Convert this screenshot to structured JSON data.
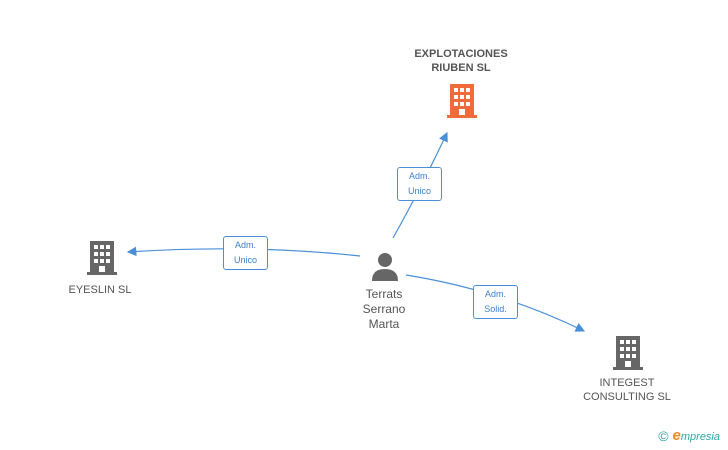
{
  "nodes": {
    "explotaciones": {
      "line1": "EXPLOTACIONES",
      "line2": "RIUBEN SL"
    },
    "eyeslin": {
      "label": "EYESLIN SL"
    },
    "integest": {
      "line1": "INTEGEST",
      "line2": "CONSULTING  SL"
    },
    "person": {
      "line1": "Terrats",
      "line2": "Serrano",
      "line3": "Marta"
    }
  },
  "edges": {
    "to_explotaciones": {
      "line1": "Adm.",
      "line2": "Unico"
    },
    "to_eyeslin": {
      "line1": "Adm.",
      "line2": "Unico"
    },
    "to_integest": {
      "line1": "Adm.",
      "line2": "Solid."
    }
  },
  "footer": {
    "copyright": "©",
    "brand_initial": "e",
    "brand_rest": "mpresia"
  },
  "colors": {
    "main_company": "#f26a3a",
    "company": "#666666",
    "edge": "#4a90d9",
    "person": "#666666"
  }
}
